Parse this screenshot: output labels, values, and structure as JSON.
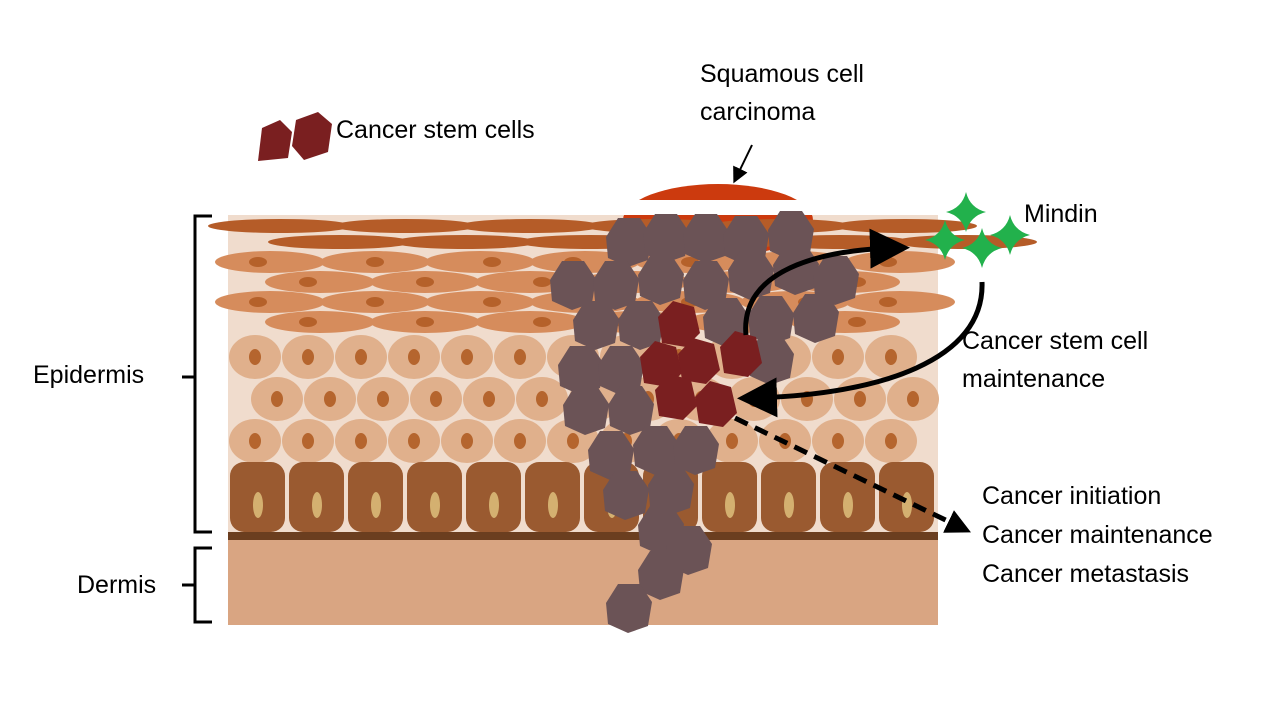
{
  "labels": {
    "legend_cancer_stem_cells": "Cancer stem cells",
    "scc_line1": "Squamous cell",
    "scc_line2": "carcinoma",
    "mindin": "Mindin",
    "csc_maint_line1": "Cancer stem cell",
    "csc_maint_line2": "maintenance",
    "outcomes": [
      "Cancer initiation",
      "Cancer maintenance",
      "Cancer metastasis"
    ],
    "epidermis": "Epidermis",
    "dermis": "Dermis"
  },
  "colors": {
    "tumor_cell": "#6b5356",
    "stem_cell": "#7a1f20",
    "carcinoma_cap": "#cc3a0e",
    "mindin_star": "#22b14c",
    "corneum": "#b55c28",
    "granular": "#d68c5c",
    "spinous": "#e0b08c",
    "basal": "#9a5a30",
    "dermis": "#d9a582",
    "background": "#f0dccd"
  }
}
